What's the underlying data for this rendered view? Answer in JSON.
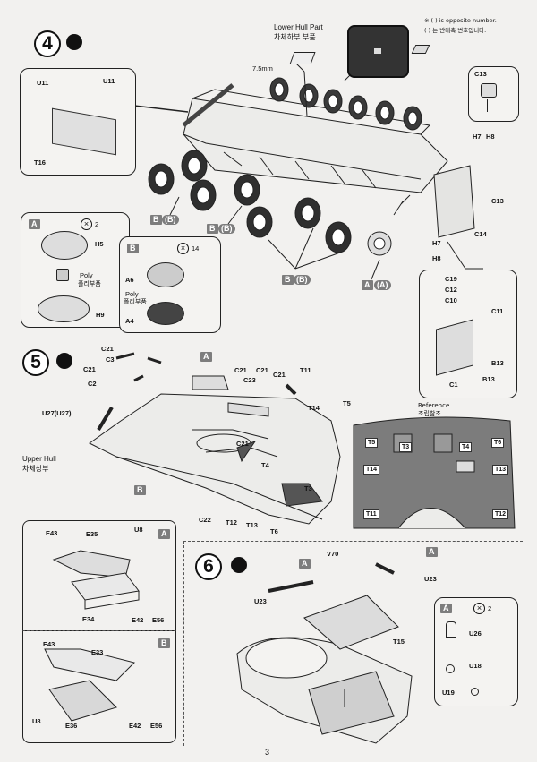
{
  "legend": {
    "line1": "※ ( ) is opposite number.",
    "line2": "( ) 는 반대측 번호입니다."
  },
  "lower_hull": {
    "title": "Lower Hull Part",
    "korean": "차체하부 부품",
    "dim": "7.5mm"
  },
  "step4": {
    "number": "4",
    "inset_u": {
      "labels": [
        "U11",
        "U11",
        "T16"
      ]
    },
    "inset_c13": {
      "label": "C13"
    },
    "side_labels": [
      "H7",
      "H8",
      "C13",
      "C14",
      "H7",
      "H8"
    ],
    "inset_sprocket": {
      "tag": "A",
      "count": "2",
      "h5": "H5",
      "poly": "Poly",
      "poly_kr": "폴리부품",
      "h9": "H9"
    },
    "inset_wheel": {
      "tag": "B",
      "count": "14",
      "a6": "A6",
      "poly": "Poly",
      "poly_kr": "폴리부품",
      "a4": "A4"
    },
    "wheel_tags": [
      "B",
      "(B)",
      "B",
      "(B)",
      "B",
      "(B)"
    ],
    "sprocket_tag": [
      "A",
      "(A)"
    ],
    "inset_c": {
      "labels": [
        "C19",
        "C12",
        "C10",
        "C11",
        "B13",
        "B13",
        "C1"
      ]
    }
  },
  "step5": {
    "number": "5",
    "labels": [
      "C21",
      "C3",
      "C21",
      "C2",
      "U27(U27)",
      "C21",
      "C23",
      "C21",
      "C21",
      "T11",
      "T14",
      "T5",
      "C21",
      "T4",
      "T3",
      "C22",
      "T12",
      "T13",
      "T6"
    ],
    "tags": [
      "A",
      "B"
    ],
    "upper_hull": {
      "en": "Upper Hull",
      "kr": "차체상부"
    },
    "reference": {
      "en": "Reference",
      "kr": "조립참조",
      "labels": [
        "T5",
        "T3",
        "T4",
        "T6",
        "T14",
        "T13",
        "T11",
        "T12"
      ]
    },
    "inset_a": {
      "tag": "A",
      "labels": [
        "E43",
        "E35",
        "U8",
        "E34",
        "E42",
        "E56"
      ]
    },
    "inset_b": {
      "tag": "B",
      "labels": [
        "E43",
        "E33",
        "U8",
        "E36",
        "E42",
        "E56"
      ]
    }
  },
  "step6": {
    "number": "6",
    "labels": [
      "A",
      "V70",
      "A",
      "U23",
      "U23",
      "T15"
    ],
    "inset": {
      "tag": "A",
      "count": "2",
      "labels": [
        "U26",
        "U18",
        "U19"
      ]
    }
  },
  "footer": {
    "page_number": "3"
  }
}
